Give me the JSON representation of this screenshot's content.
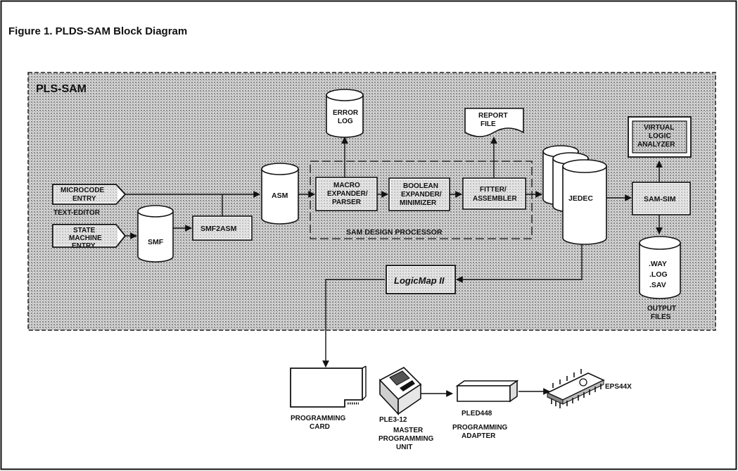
{
  "figure": {
    "title": "Figure 1. PLDS-SAM Block Diagram"
  },
  "region": {
    "label": "PLS-SAM"
  },
  "blocks": {
    "microcode_entry": [
      "MICROCODE",
      "ENTRY"
    ],
    "text_editor": "TEXT-EDITOR",
    "state_machine_entry": [
      "STATE",
      "MACHINE",
      "ENTRY"
    ],
    "smf": "SMF",
    "smf2asm": "SMF2ASM",
    "asm": "ASM",
    "error_log": [
      "ERROR",
      "LOG"
    ],
    "report_file": [
      "REPORT",
      "FILE"
    ],
    "macro_expander": [
      "MACRO",
      "EXPANDER/",
      "PARSER"
    ],
    "boolean_expander": [
      "BOOLEAN",
      "EXPANDER/",
      "MINIMIZER"
    ],
    "fitter": [
      "FITTER/",
      "ASSEMBLER"
    ],
    "sam_design_processor": "SAM  DESIGN PROCESSOR",
    "jedec": "JEDEC",
    "virtual_logic_analyzer": [
      "VIRTUAL",
      "LOGIC",
      "ANALYZER"
    ],
    "sam_sim": "SAM-SIM",
    "output_db": [
      ".WAY",
      ".LOG",
      ".SAV"
    ],
    "output_files": [
      "OUTPUT",
      "FILES"
    ],
    "logicmap": "LogicMap II"
  },
  "hardware": {
    "programming_card": [
      "PROGRAMMING",
      "CARD"
    ],
    "ple": "PLE3-12",
    "master_unit": [
      "MASTER",
      "PROGRAMMING",
      "UNIT"
    ],
    "pled": "PLED448",
    "adapter": [
      "PROGRAMMING",
      "ADAPTER"
    ],
    "chip": "EPS44X"
  }
}
